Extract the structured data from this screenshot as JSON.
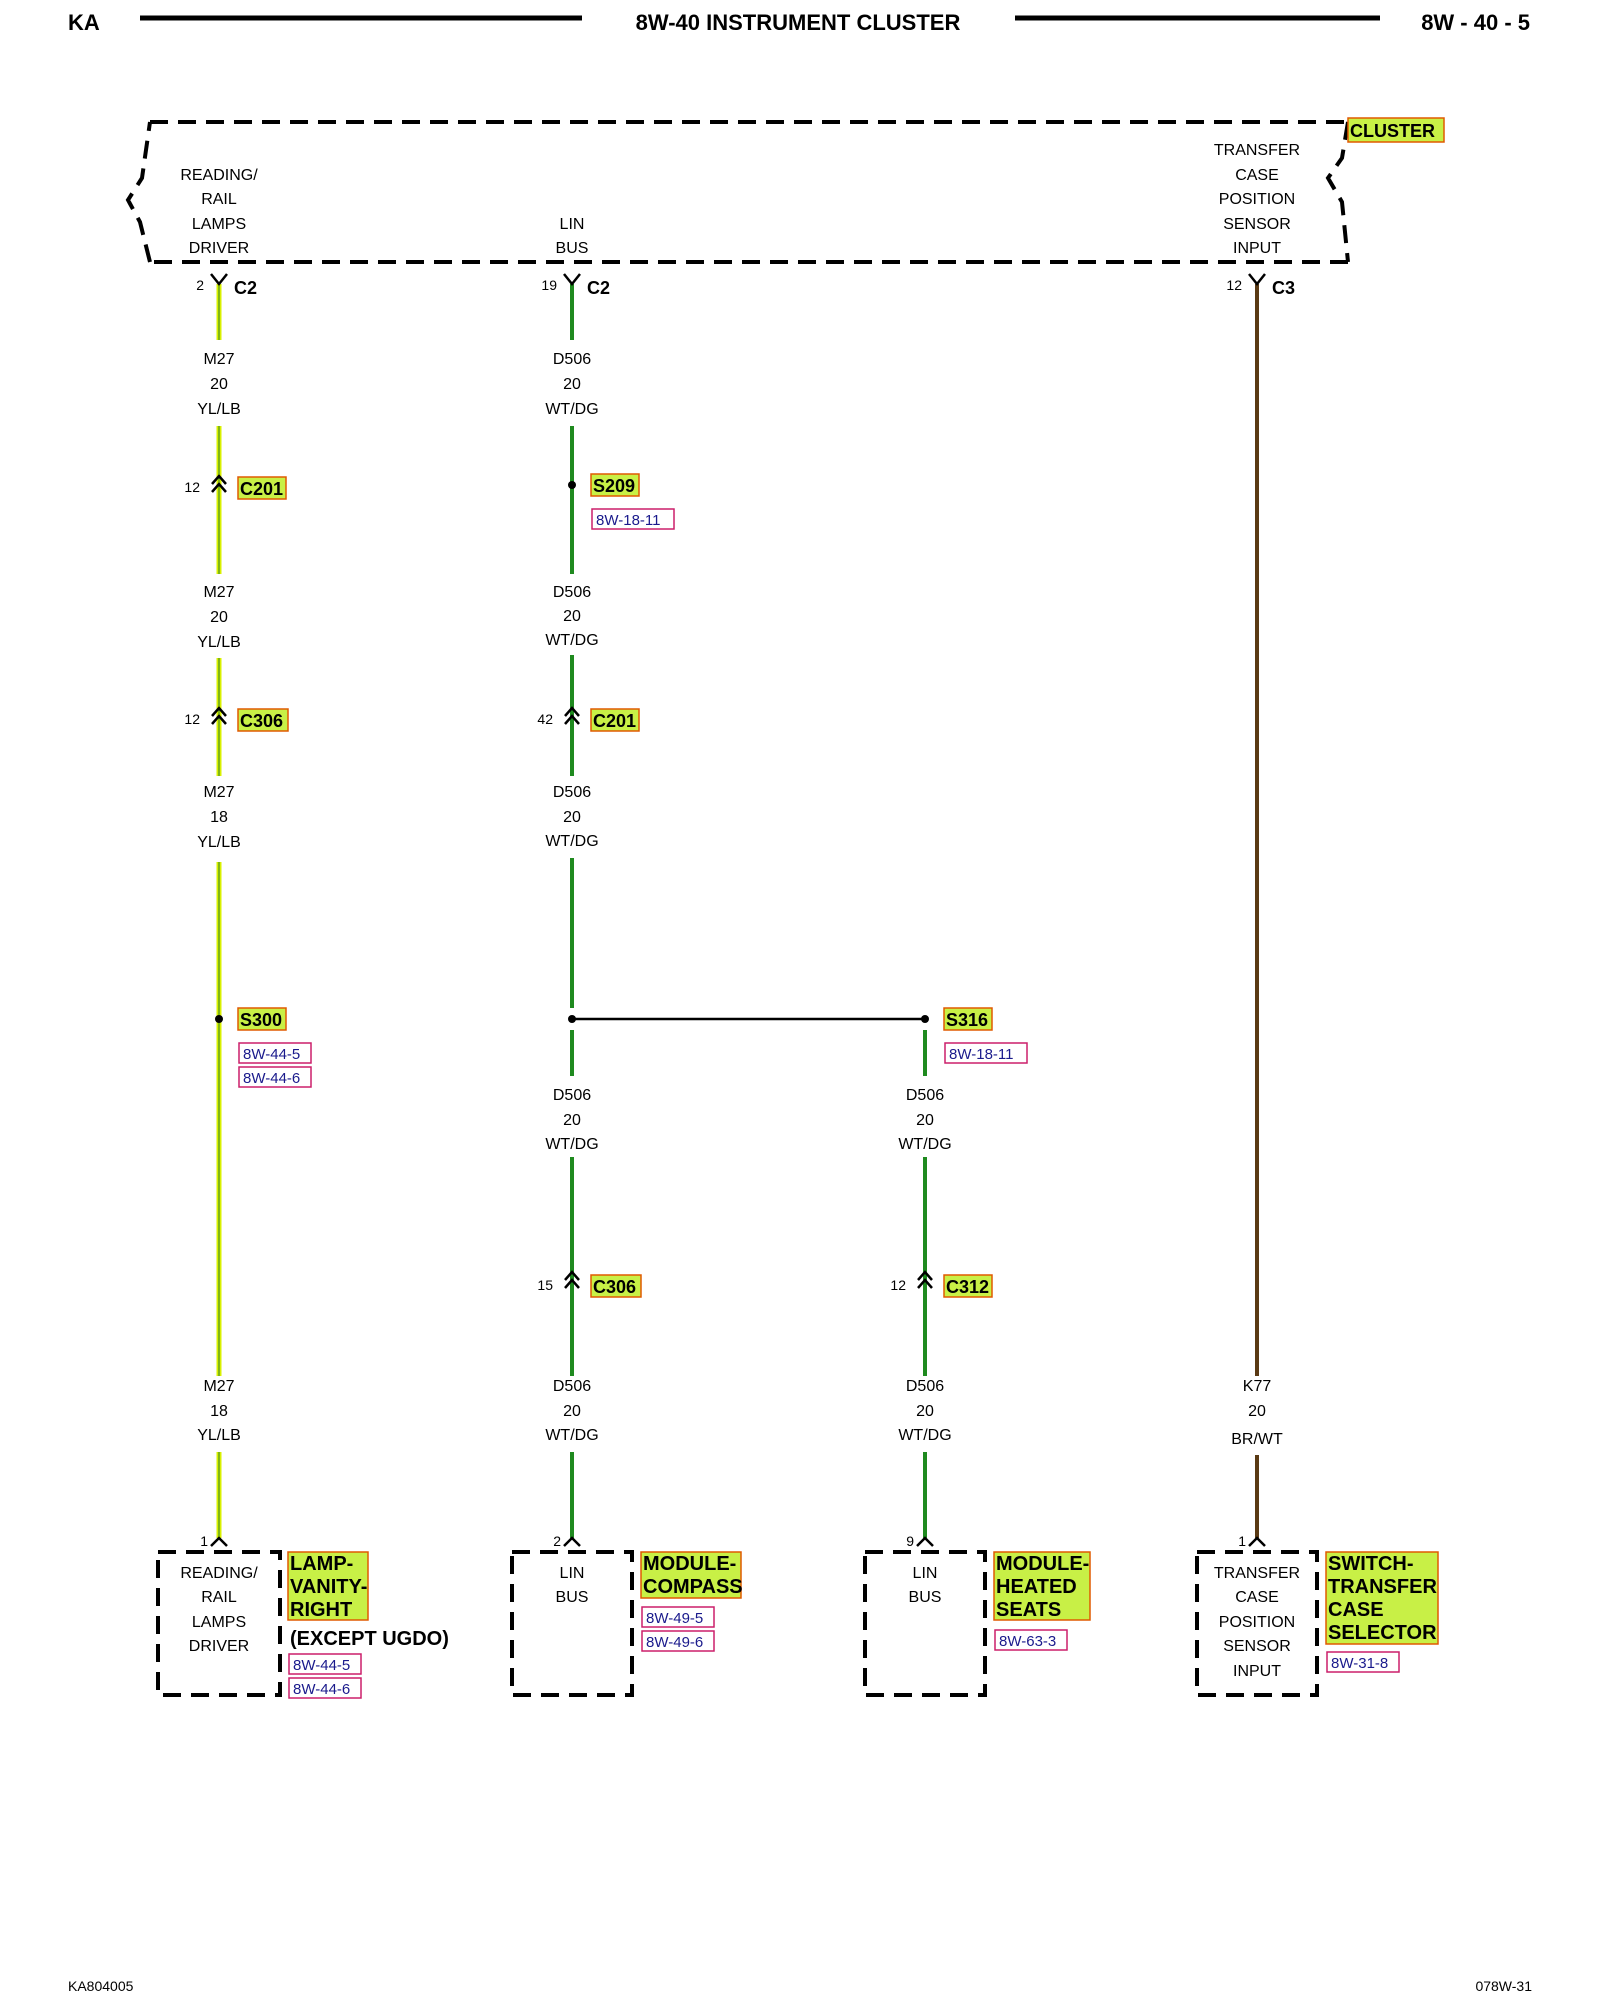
{
  "header": {
    "left": "KA",
    "title": "8W-40 INSTRUMENT CLUSTER",
    "right": "8W - 40 - 5"
  },
  "footer": {
    "left": "KA804005",
    "right": "078W-31"
  },
  "cluster": {
    "name": "CLUSTER",
    "reading_lamps": [
      "READING/",
      "RAIL",
      "LAMPS",
      "DRIVER"
    ],
    "lin_bus": [
      "LIN",
      "BUS"
    ],
    "transfer_case": [
      "TRANSFER",
      "CASE",
      "POSITION",
      "SENSOR",
      "INPUT"
    ]
  },
  "col1": {
    "top_pin": "2",
    "top_conn": "C2",
    "w1": [
      "M27",
      "20",
      "YL/LB"
    ],
    "c201_pin": "12",
    "c201": "C201",
    "w2": [
      "M27",
      "20",
      "YL/LB"
    ],
    "c306_pin": "12",
    "c306": "C306",
    "w3": [
      "M27",
      "18",
      "YL/LB"
    ],
    "splice": "S300",
    "splice_refs": [
      "8W-44-5",
      "8W-44-6"
    ],
    "w4": [
      "M27",
      "18",
      "YL/LB"
    ],
    "bottom_pin": "1",
    "box": [
      "READING/",
      "RAIL",
      "LAMPS",
      "DRIVER"
    ],
    "component": [
      "LAMP-",
      "VANITY-",
      "RIGHT"
    ],
    "note": "(EXCEPT UGDO)",
    "refs": [
      "8W-44-5",
      "8W-44-6"
    ]
  },
  "col2": {
    "top_pin": "19",
    "top_conn": "C2",
    "w1": [
      "D506",
      "20",
      "WT/DG"
    ],
    "splice": "S209",
    "splice_ref": "8W-18-11",
    "w2": [
      "D506",
      "20",
      "WT/DG"
    ],
    "c201_pin": "42",
    "c201": "C201",
    "w3": [
      "D506",
      "20",
      "WT/DG"
    ],
    "w4": [
      "D506",
      "20",
      "WT/DG"
    ],
    "c306_pin": "15",
    "c306": "C306",
    "w5": [
      "D506",
      "20",
      "WT/DG"
    ],
    "bottom_pin": "2",
    "box": [
      "LIN",
      "BUS"
    ],
    "component": [
      "MODULE-",
      "COMPASS"
    ],
    "refs": [
      "8W-49-5",
      "8W-49-6"
    ]
  },
  "col3": {
    "splice": "S316",
    "splice_ref": "8W-18-11",
    "w1": [
      "D506",
      "20",
      "WT/DG"
    ],
    "c312_pin": "12",
    "c312": "C312",
    "w2": [
      "D506",
      "20",
      "WT/DG"
    ],
    "bottom_pin": "9",
    "box": [
      "LIN",
      "BUS"
    ],
    "component": [
      "MODULE-",
      "HEATED",
      "SEATS"
    ],
    "refs": [
      "8W-63-3"
    ]
  },
  "col4": {
    "top_pin": "12",
    "top_conn": "C3",
    "w1": [
      "K77",
      "20",
      "BR/WT"
    ],
    "bottom_pin": "1",
    "box": [
      "TRANSFER",
      "CASE",
      "POSITION",
      "SENSOR",
      "INPUT"
    ],
    "component": [
      "SWITCH-",
      "TRANSFER",
      "CASE",
      "SELECTOR"
    ],
    "refs": [
      "8W-31-8"
    ]
  },
  "colors": {
    "yl_lb_wire": "#d8f000",
    "wt_dg_wire": "#1f8a1f",
    "br_wt_wire": "#5a3a14",
    "highlight": "#c8f046",
    "highlight_border": "#e05a00",
    "ref_border": "#cc1f6a"
  }
}
